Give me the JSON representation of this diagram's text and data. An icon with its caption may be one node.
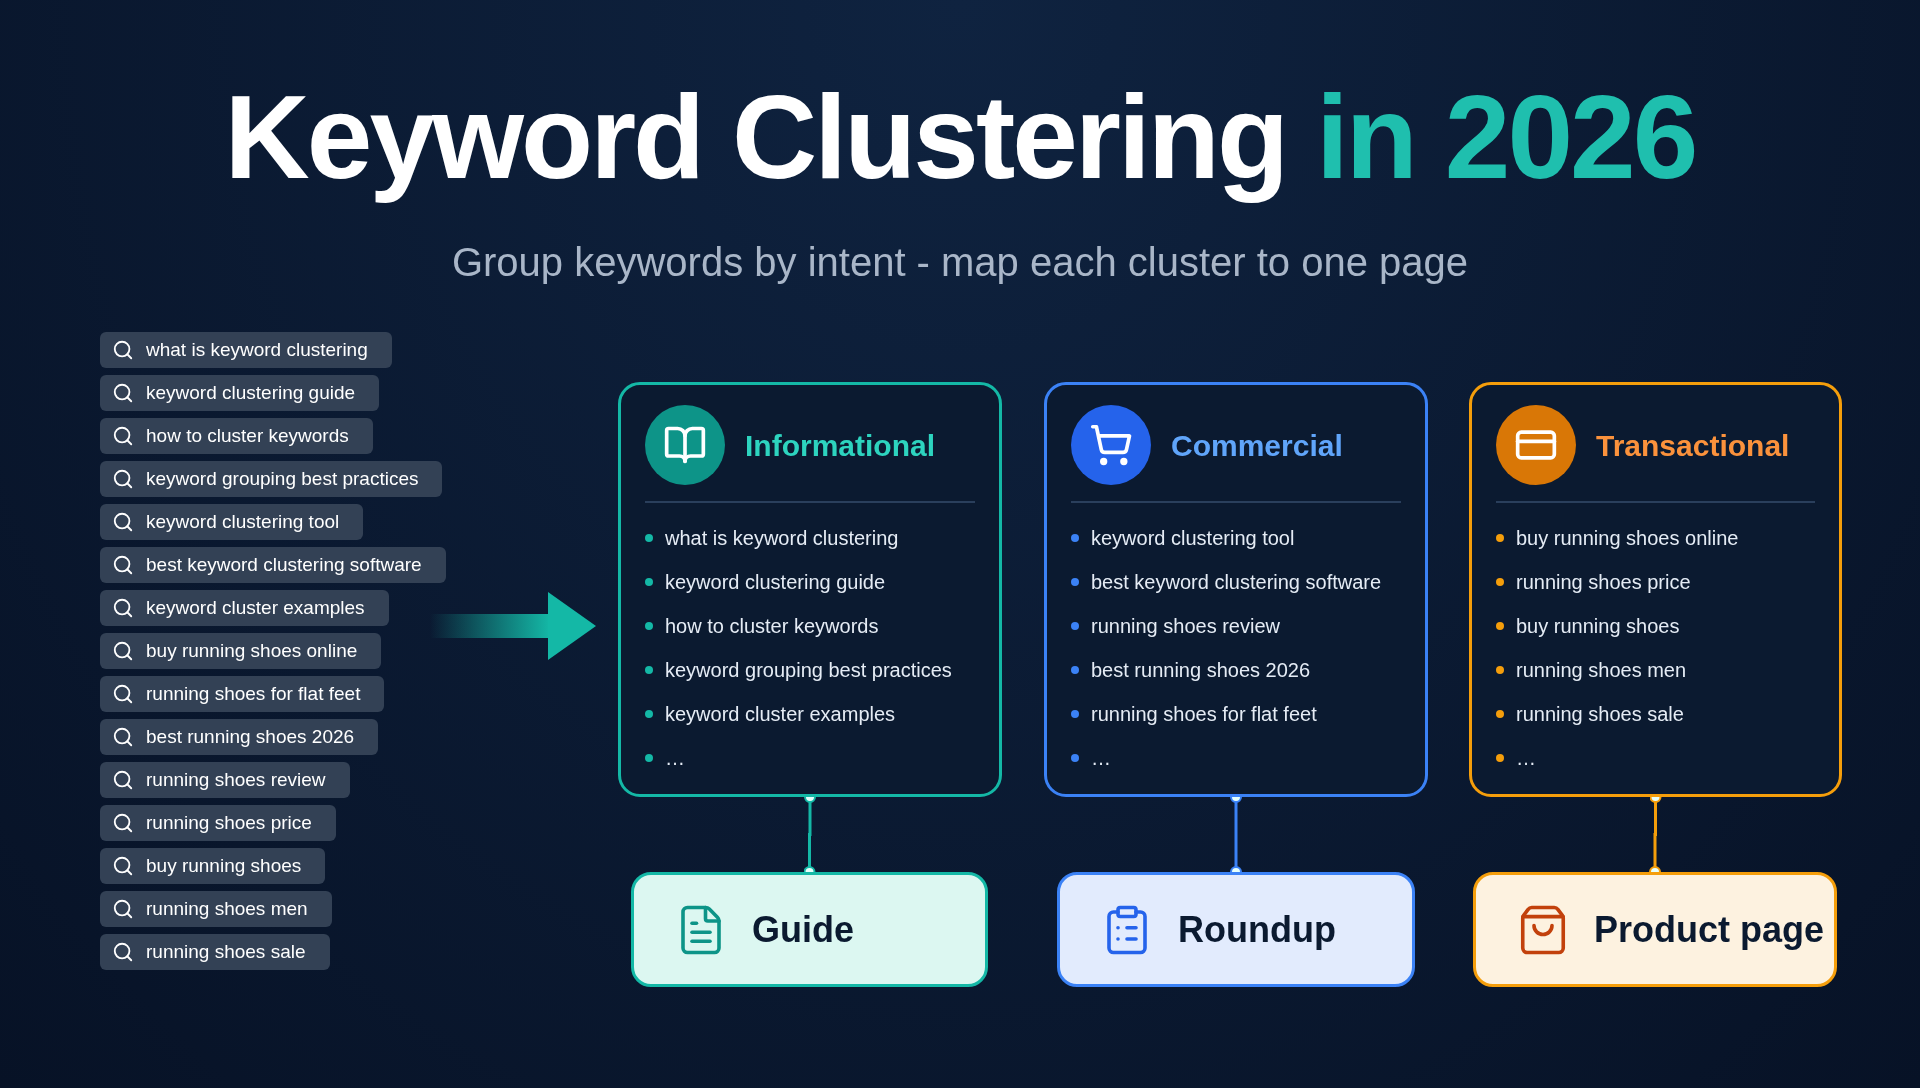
{
  "diagram": {
    "title": "Keyword Clustering *in 2026*",
    "caption": "Group keywords by intent - map each cluster to one page",
    "nodes": [
      {
        "text": [
          "what is keyword clustering"
        ]
      },
      {
        "text": [
          "keyword clustering guide"
        ]
      },
      {
        "text": [
          "how to cluster keywords"
        ]
      },
      {
        "text": [
          "keyword grouping best practices"
        ]
      },
      {
        "text": [
          "keyword clustering tool"
        ]
      },
      {
        "text": [
          "best keyword clustering software"
        ]
      },
      {
        "text": [
          "keyword cluster examples"
        ]
      },
      {
        "text": [
          "buy running shoes online"
        ]
      },
      {
        "text": [
          "running shoes for flat feet"
        ]
      },
      {
        "text": [
          "best running shoes 2026"
        ]
      },
      {
        "text": [
          "running shoes review"
        ]
      },
      {
        "text": [
          "running shoes price"
        ]
      },
      {
        "text": [
          "buy running shoes"
        ]
      },
      {
        "text": [
          "running shoes men"
        ]
      },
      {
        "text": [
          "running shoes sale"
        ]
      },
      {
        "text": [
          "Informational",
          "what is keyword clustering",
          "keyword clustering guide",
          "how to cluster keywords",
          "keyword grouping best practices",
          "keyword cluster examples",
          "…"
        ]
      },
      {
        "text": [
          "Commercial",
          "keyword clustering tool",
          "best keyword clustering software",
          "running shoes review",
          "best running shoes 2026",
          "running shoes for flat feet",
          "…"
        ]
      },
      {
        "text": [
          "Transactional",
          "buy running shoes online",
          "running shoes price",
          "buy running shoes",
          "running shoes men",
          "running shoes sale",
          "…"
        ]
      },
      {
        "text": [
          "Guide"
        ]
      },
      {
        "text": [
          "Roundup"
        ]
      },
      {
        "text": [
          "Product page"
        ]
      }
    ],
    "edges": [
      {
        "from": 15,
        "to": 18,
        "arrow": "other",
        "color": "#14b8a6"
      },
      {
        "from": 16,
        "to": 19,
        "arrow": "other",
        "color": "#3b82f6"
      },
      {
        "from": 17,
        "to": 20,
        "arrow": "other",
        "color": "#f59e0b"
      }
    ]
  }
}
